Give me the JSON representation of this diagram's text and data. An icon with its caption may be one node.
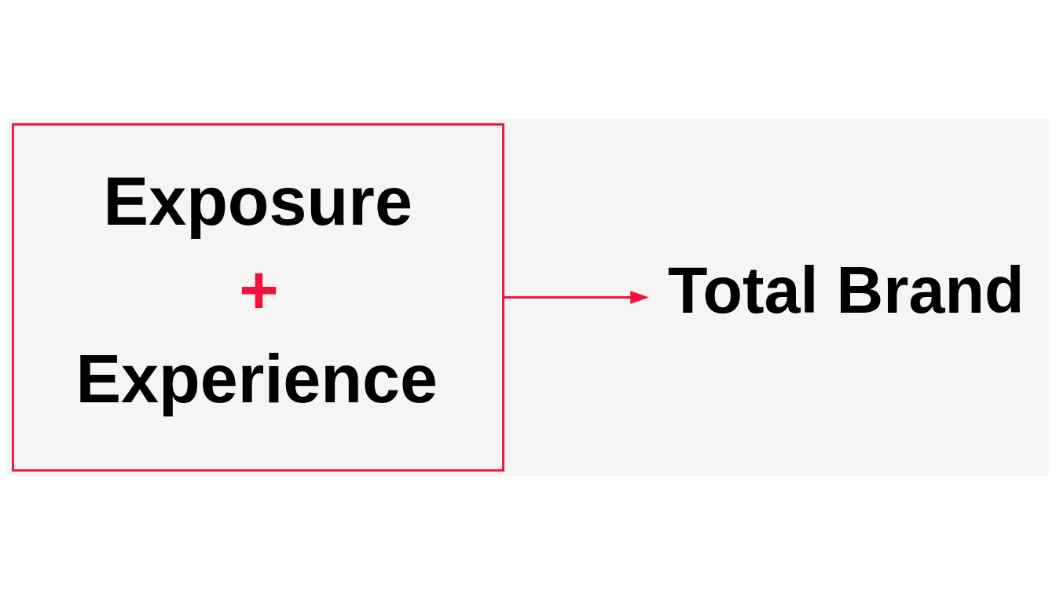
{
  "diagram": {
    "nodes": [
      {
        "text": [
          "Exposure",
          "+",
          "Experience"
        ]
      },
      {
        "text": [
          "Total Brand"
        ]
      }
    ],
    "edges": [
      {
        "from": 0,
        "to": 1,
        "arrow": "to"
      }
    ]
  }
}
